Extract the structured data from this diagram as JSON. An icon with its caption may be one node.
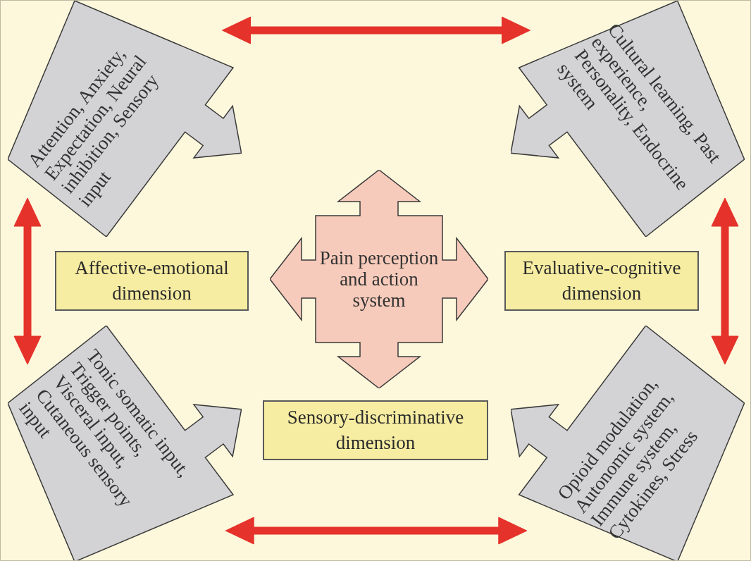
{
  "diagram": {
    "nodes": [
      {
        "text": [
          "Attention, Anxiety, Expectation, Neural inhibition, Sensory input"
        ]
      },
      {
        "text": [
          "Cultural learning, Past experience, Personality, Endocrine system"
        ]
      },
      {
        "text": [
          "Pain perception and action system"
        ]
      },
      {
        "text": [
          "Affective-emotional dimension"
        ]
      },
      {
        "text": [
          "Evaluative-cognitive dimension"
        ]
      },
      {
        "text": [
          "Tonic somatic input, Trigger points, Visceral input, Cutaneous sensory input"
        ]
      },
      {
        "text": [
          "Opioid modulation, Autonomic system, Immune system, Cytokines, Stress"
        ]
      },
      {
        "text": [
          "Sensory-discriminative dimension"
        ]
      }
    ],
    "edges": [
      {
        "from": 0,
        "to": 1,
        "arrow": "both"
      },
      {
        "from": 0,
        "to": 5,
        "arrow": "both"
      },
      {
        "from": 1,
        "to": 6,
        "arrow": "both"
      },
      {
        "from": 5,
        "to": 6,
        "arrow": "both"
      }
    ]
  }
}
